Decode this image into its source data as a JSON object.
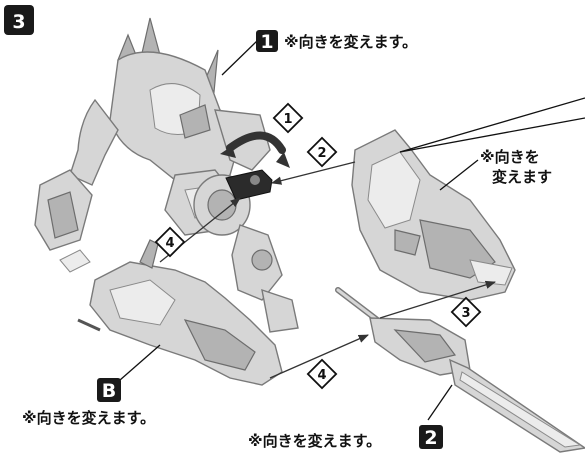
{
  "step_number": "3",
  "callouts": {
    "part1": {
      "badge": "1",
      "note": "※向きを変えます。"
    },
    "part_right": {
      "note_line1": "※向きを",
      "note_line2": "変えます"
    },
    "partB": {
      "badge": "B",
      "note": "※向きを変えます。"
    },
    "part2": {
      "badge": "2",
      "note": "※向きを変えます。"
    }
  },
  "steps": {
    "s1": "1",
    "s2": "2",
    "s3": "3",
    "s4a": "4",
    "s4b": "4"
  },
  "colors": {
    "badge_bg": "#1a1a1a",
    "part_fill": "#d6d6d6",
    "peg_dark": "#2b2b2b"
  }
}
